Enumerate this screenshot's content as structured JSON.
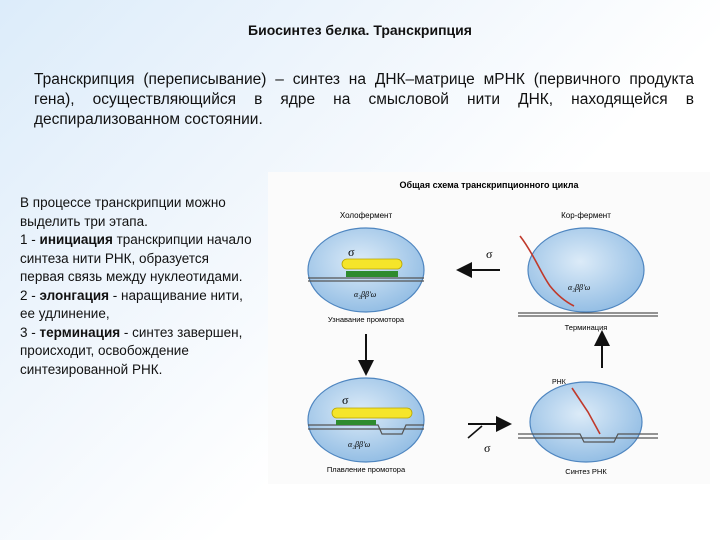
{
  "title": "Биосинтез белка. Транскрипция",
  "intro": "Транскрипция (переписывание) – синтез на ДНК–матрице мРНК (первичного продукта гена), осуществляющийся в ядре на смысловой нити ДНК, находящейся в деспирализованном состоянии.",
  "stages": {
    "lead": "В процессе транскрипции можно выделить три этапа.",
    "items": [
      {
        "num": "1 - ",
        "term": "инициация",
        "text": " транскрипции начало синтеза нити РНК, образуется первая связь между нуклеотидами."
      },
      {
        "num": "2 - ",
        "term": "элонгация",
        "text": " - наращивание нити,  ее удлинение,"
      },
      {
        "num": "3 - ",
        "term": "терминация",
        "text": " - синтез завершен,  происходит, освобождение синтезированной РНК."
      }
    ]
  },
  "diagram": {
    "title": "Общая схема транскрипционного цикла",
    "holoenzyme": "Холофермент",
    "core_enzyme": "Кор-фермент",
    "sigma": "σ",
    "subunits_holo": "α₂ββ'ω",
    "subunits_core": "α₂ββ'ω",
    "panel1": "Узнавание промотора",
    "panel2": "Терминация",
    "panel3": "Плавление промотора",
    "panel4": "Синтез РНК",
    "rna_label": "РНК"
  },
  "colors": {
    "cell_fill": "#a9ccec",
    "cell_edge": "#4f86c0",
    "promoter_yellow": "#f5e52a",
    "promoter_green": "#2e8b2e",
    "rna_red": "#c0392b"
  }
}
